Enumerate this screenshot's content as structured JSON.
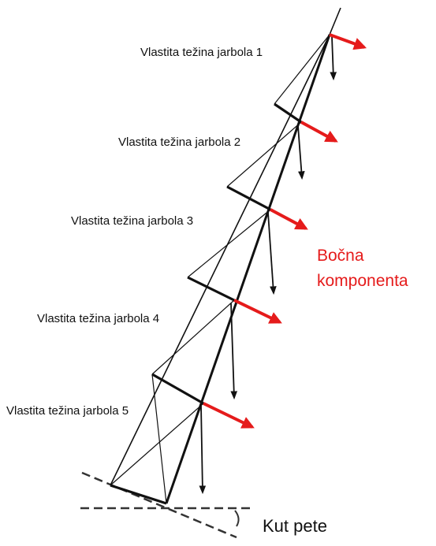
{
  "labels": {
    "weights": [
      "Vlastita težina jarbola 1",
      "Vlastita težina jarbola 2",
      "Vlastita težina jarbola 3",
      "Vlastita težina jarbola 4",
      "Vlastita težina  jarbola 5"
    ],
    "side_component": [
      "Bočna",
      "komponenta"
    ],
    "heel_angle": "Kut pete"
  },
  "colors": {
    "structure": "#111111",
    "side_force_arrow": "#e51b1b",
    "side_component_text": "#e51b1b",
    "dashed_reference": "#333333"
  }
}
